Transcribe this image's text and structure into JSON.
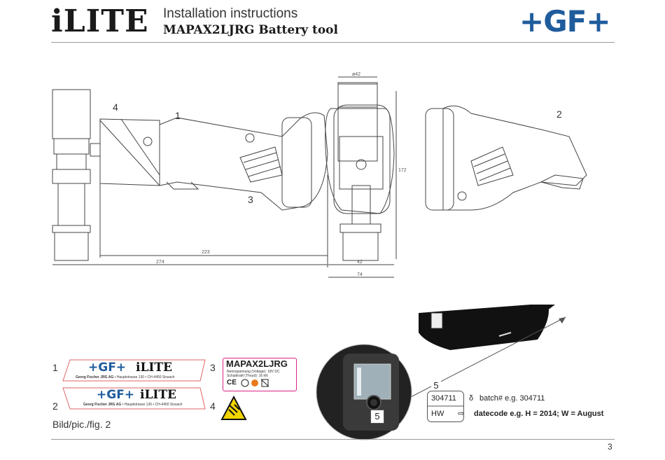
{
  "header": {
    "logo_text": "iLITE",
    "subtitle": "Installation instructions",
    "title": "MAPAX2LJRG Battery tool",
    "brand_logo": "+GF+"
  },
  "drawing": {
    "callouts": [
      "4",
      "1",
      "3",
      "2"
    ],
    "dims": {
      "d42": "ø42",
      "d172": "172",
      "d223": "223",
      "d274": "274",
      "w42": "42",
      "w74": "74"
    }
  },
  "labels": {
    "n1": "1",
    "n2": "2",
    "n3": "3",
    "n4": "4",
    "sticker_gf": "+GF+",
    "sticker_ilite": "iLITE",
    "sticker_company": "Georg Fischer JRG AG",
    "sticker_address": "Hauptstrasse 130 • CH-4450 Sissach",
    "mapax_title": "MAPAX2LJRG",
    "mapax_line1": "Nennspannung  (Voltage): 18V DC",
    "mapax_line2": "Schubkraft        (Thrust):   16 kN",
    "ce_mark": "CE"
  },
  "detail": {
    "callout_top": "5",
    "callout_box": "5",
    "batch_code": "304711",
    "batch_symbol": "δ",
    "batch_text": "batch# e.g. 304711",
    "hw_code": "HW",
    "hw_arrow": "⇨",
    "datecode_text": "datecode e.g. H = 2014; W = August"
  },
  "caption": "Bild/pic./fig. 2",
  "page_number": "3",
  "colors": {
    "brand_blue": "#1f5c9c",
    "label_pink": "#d22c7a",
    "warning_yellow": "#f2d400"
  }
}
